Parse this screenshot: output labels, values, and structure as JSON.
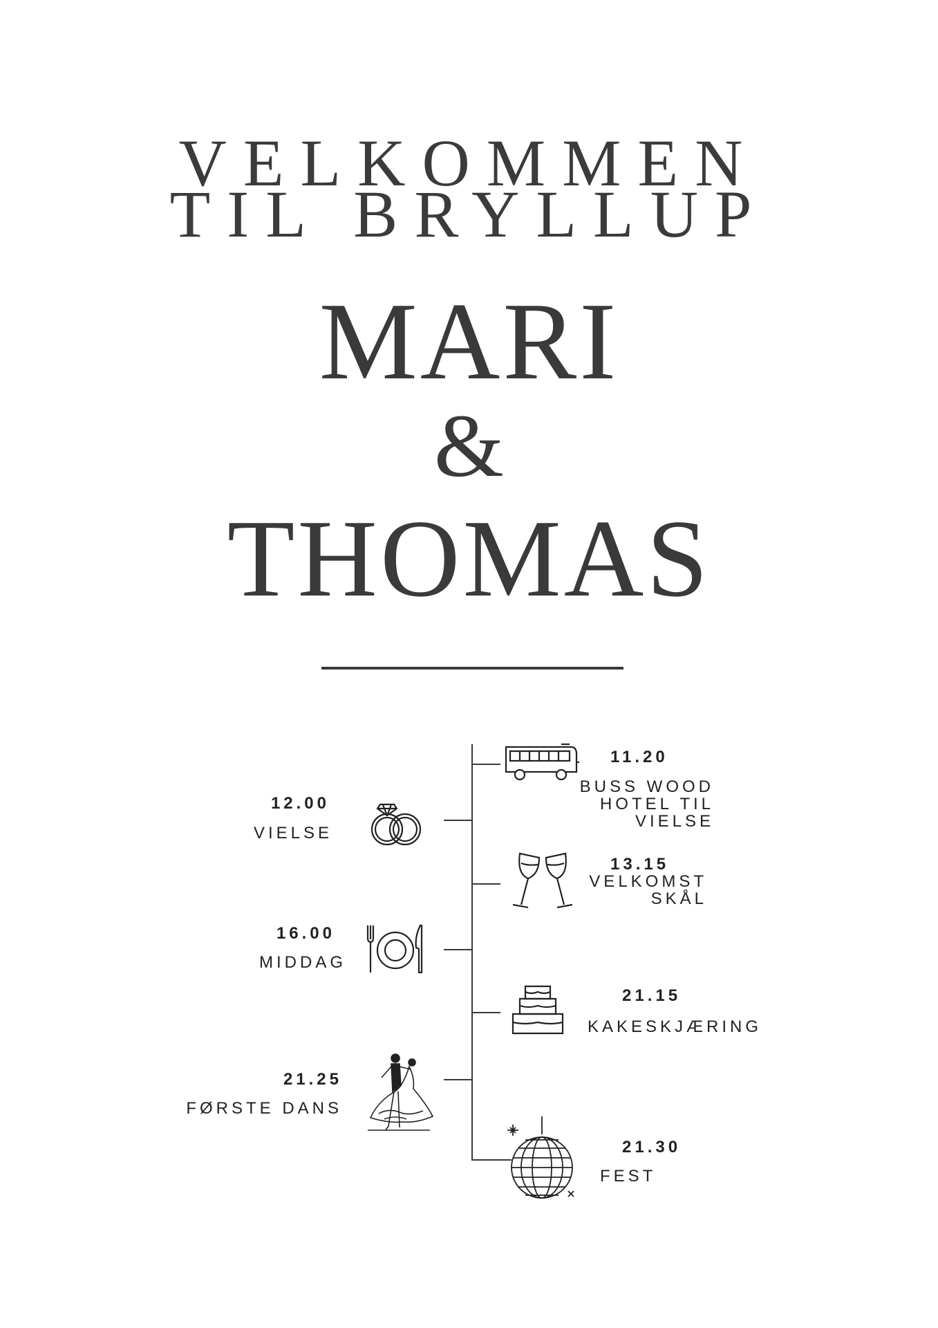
{
  "header": {
    "line1": "VELKOMMEN",
    "line2": "TIL BRYLLUP"
  },
  "couple": {
    "name1": "MARI",
    "ampersand": "&",
    "name2": "THOMAS"
  },
  "timeline_left": [
    {
      "time": "12.00",
      "label": "VIELSE",
      "icon": "wedding-rings-icon"
    },
    {
      "time": "16.00",
      "label": "MIDDAG",
      "icon": "dinner-plate-icon"
    },
    {
      "time": "21.25",
      "label": "FØRSTE DANS",
      "icon": "dancing-couple-icon"
    }
  ],
  "timeline_right": [
    {
      "time": "11.20",
      "label_lines": [
        "BUSS WOOD",
        "HOTEL TIL",
        "VIELSE"
      ],
      "icon": "bus-icon"
    },
    {
      "time": "13.15",
      "label_lines": [
        "VELKOMST",
        "SKÅL"
      ],
      "icon": "champagne-toast-icon"
    },
    {
      "time": "21.15",
      "label_lines": [
        "KAKESKJÆRING"
      ],
      "icon": "wedding-cake-icon"
    },
    {
      "time": "21.30",
      "label_lines": [
        "FEST"
      ],
      "icon": "disco-ball-icon"
    }
  ]
}
